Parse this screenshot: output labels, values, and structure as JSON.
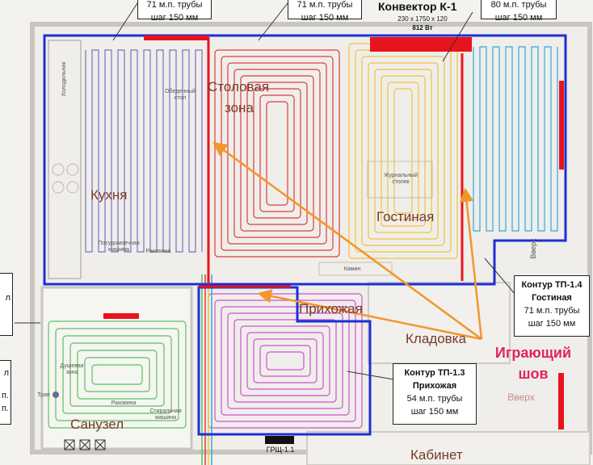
{
  "top_labels": [
    {
      "line1": "71 м.п. трубы",
      "line2": "шаг 150 мм"
    },
    {
      "line1": "71 м.п. трубы",
      "line2": "шаг 150 мм"
    },
    {
      "line1": "80 м.п. трубы",
      "line2": "шаг 150 мм"
    }
  ],
  "convector": {
    "title": "Конвектор К-1",
    "size": "230 x 1750 x 120",
    "power": "812 Вт"
  },
  "rooms": {
    "kitchen": "Кухня",
    "dining_1": "Столовая",
    "dining_2": "зона",
    "living": "Гостиная",
    "hallway": "Прихожая",
    "pantry": "Кладовка",
    "bathroom": "Санузел",
    "study": "Кабинет"
  },
  "furniture": {
    "fridge": "Холодильник",
    "dining_table": "Обеденный стол",
    "coffee_table": "Журнальный столик",
    "dishwasher": "Посудомоечная машина",
    "sink_kitchen": "Раковина",
    "fireplace": "Камин",
    "shower": "Душевая зона",
    "drain": "Трап",
    "sink_bath": "Раковина",
    "washer": "Стиральная машина",
    "up_right": "Вверх",
    "up_bottom": "Вверх"
  },
  "contour_tp14": {
    "title": "Контур ТП-1.4",
    "room": "Гостиная",
    "length": "71 м.п. трубы",
    "step": "шаг 150 мм"
  },
  "contour_tp13": {
    "title": "Контур ТП-1.3",
    "room": "Прихожая",
    "length": "54 м.п. трубы",
    "step": "шаг 150 мм"
  },
  "left_labels": {
    "top_tail": "л",
    "mid_tail": "л",
    "mp_1": "п.",
    "mp_2": "п."
  },
  "seam_label": {
    "line1": "Играющий",
    "line2": "шов"
  },
  "manifold": "ГРЩ-1.1",
  "colors": {
    "outline": "#1e2fd6",
    "seam": "#e8141c",
    "arrow": "#f2962a",
    "seam_text": "#e2245c"
  }
}
